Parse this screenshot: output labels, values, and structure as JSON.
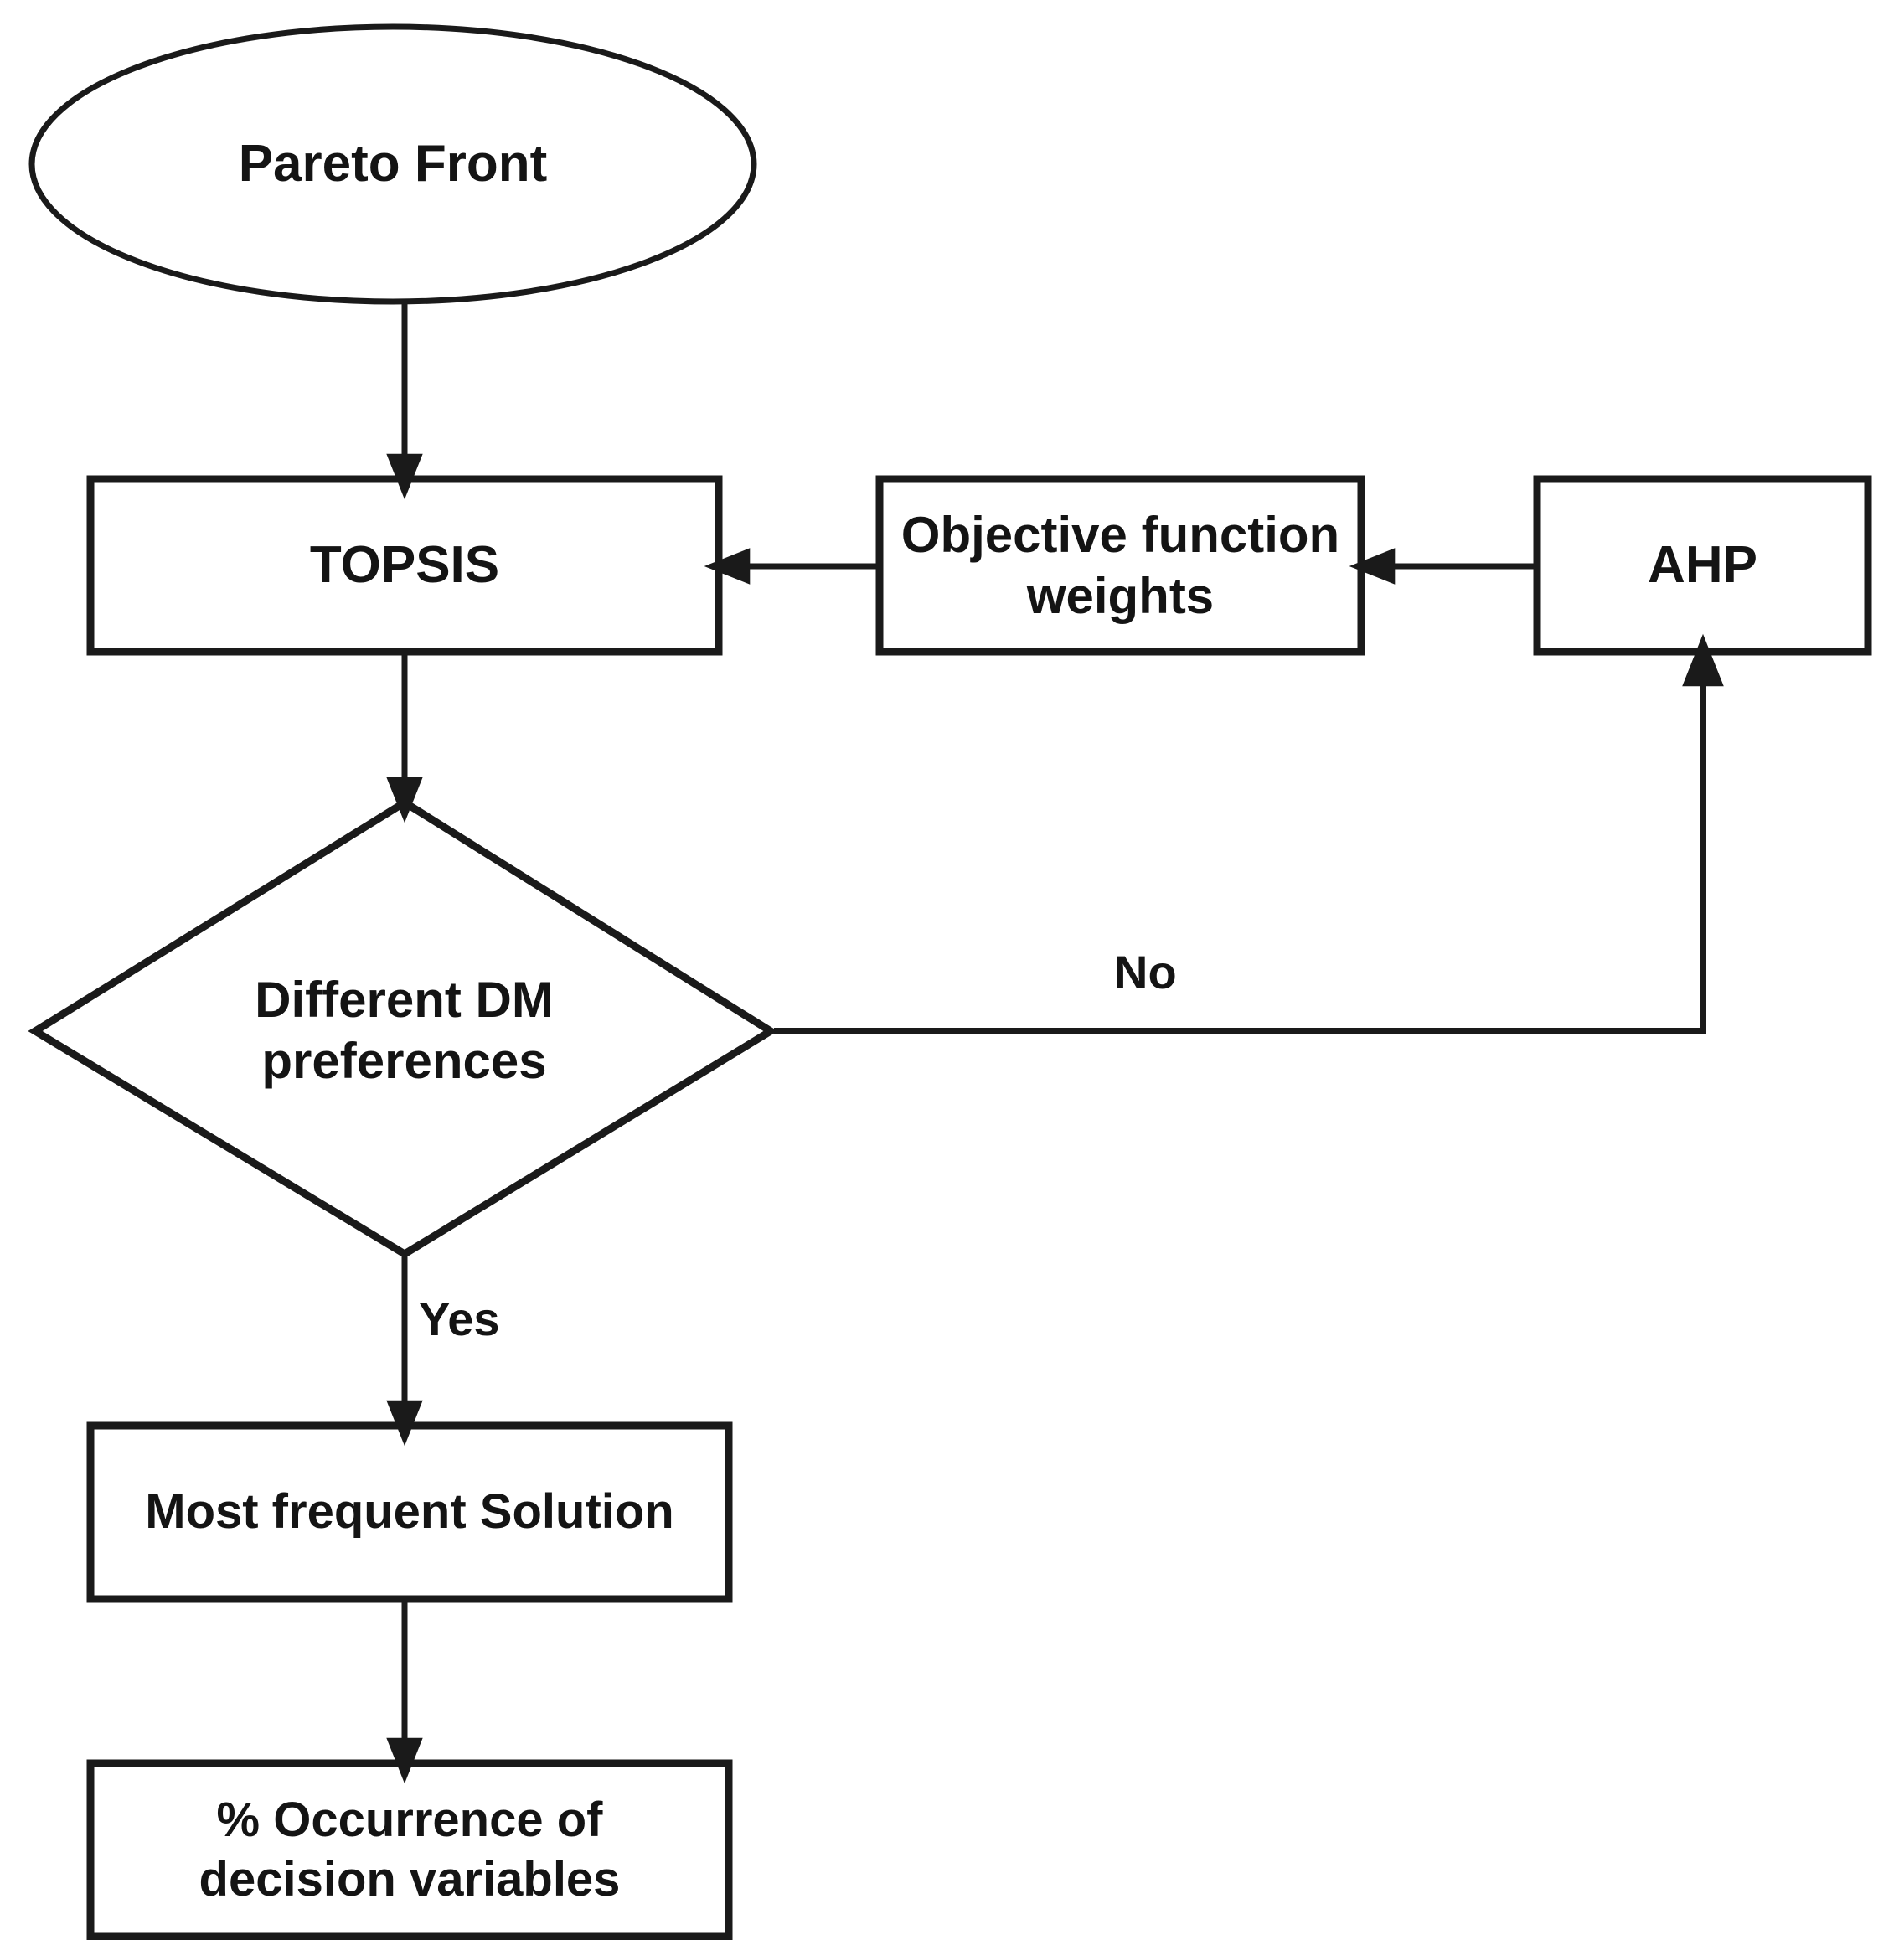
{
  "diagram": {
    "type": "flowchart",
    "title": "Pareto Front TOPSIS AHP decision flowchart",
    "colors": {
      "stroke": "#1a1a1a",
      "fill": "#ffffff",
      "text": "#141414"
    },
    "nodes": [
      {
        "id": "pareto-front",
        "shape": "ellipse",
        "label": "Pareto Front"
      },
      {
        "id": "topsis",
        "shape": "rectangle",
        "label": "TOPSIS"
      },
      {
        "id": "objective-function-weights",
        "shape": "rectangle",
        "label": "Objective function\nweights"
      },
      {
        "id": "ahp",
        "shape": "rectangle",
        "label": "AHP"
      },
      {
        "id": "different-dm-preferences",
        "shape": "diamond",
        "label": "Different DM\npreferences"
      },
      {
        "id": "most-frequent-solution",
        "shape": "rectangle",
        "label": "Most frequent Solution"
      },
      {
        "id": "occurrence-decision-variables",
        "shape": "rectangle",
        "label": "% Occurrence of\ndecision variables"
      }
    ],
    "edges": [
      {
        "id": "e1",
        "from": "pareto-front",
        "to": "topsis",
        "label": ""
      },
      {
        "id": "e2",
        "from": "objective-function-weights",
        "to": "topsis",
        "label": ""
      },
      {
        "id": "e3",
        "from": "ahp",
        "to": "objective-function-weights",
        "label": ""
      },
      {
        "id": "e4",
        "from": "topsis",
        "to": "different-dm-preferences",
        "label": ""
      },
      {
        "id": "e5",
        "from": "different-dm-preferences",
        "to": "ahp",
        "label": "No"
      },
      {
        "id": "e6",
        "from": "different-dm-preferences",
        "to": "most-frequent-solution",
        "label": "Yes"
      },
      {
        "id": "e7",
        "from": "most-frequent-solution",
        "to": "occurrence-decision-variables",
        "label": ""
      }
    ],
    "edge_labels": {
      "no": "No",
      "yes": "Yes"
    }
  }
}
